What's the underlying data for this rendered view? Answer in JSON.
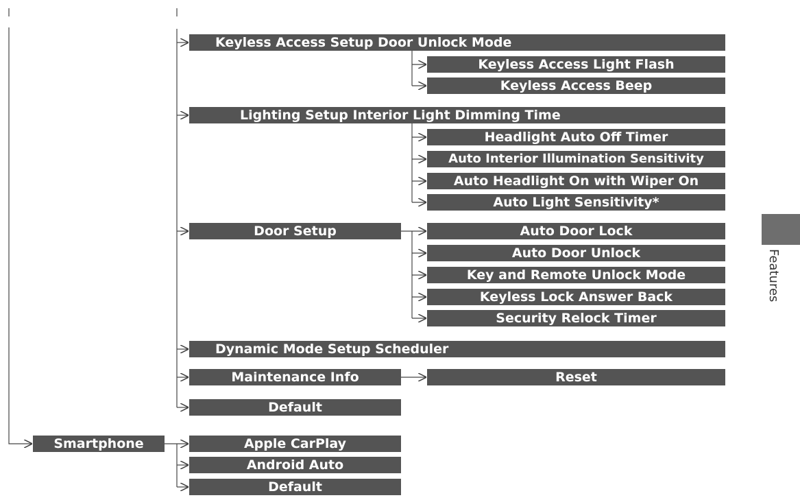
{
  "keyless": {
    "label": "Keyless Access Setup Door Unlock Mode",
    "items": [
      "Keyless Access Light Flash",
      "Keyless Access Beep"
    ]
  },
  "lighting": {
    "label": "Lighting Setup Interior Light Dimming Time",
    "items": [
      "Headlight Auto Off Timer",
      "Auto Interior Illumination Sensitivity",
      "Auto Headlight On with Wiper On",
      "Auto Light Sensitivity*"
    ]
  },
  "door": {
    "label": "Door Setup",
    "items": [
      "Auto Door Lock",
      "Auto Door Unlock",
      "Key and Remote Unlock Mode",
      "Keyless Lock Answer Back",
      "Security Relock Timer"
    ]
  },
  "dynamic": {
    "label": "Dynamic Mode Setup Scheduler"
  },
  "maintenance": {
    "label": "Maintenance Info",
    "reset": "Reset"
  },
  "default1": {
    "label": "Default"
  },
  "smartphone": {
    "label": "Smartphone",
    "items": [
      "Apple CarPlay",
      "Android Auto",
      "Default"
    ]
  },
  "side_tab": {
    "label": "Features",
    "color": "#6e6e6e"
  },
  "colors": {
    "box": "#545454",
    "box_text": "#ffffff",
    "line": "#444444"
  }
}
